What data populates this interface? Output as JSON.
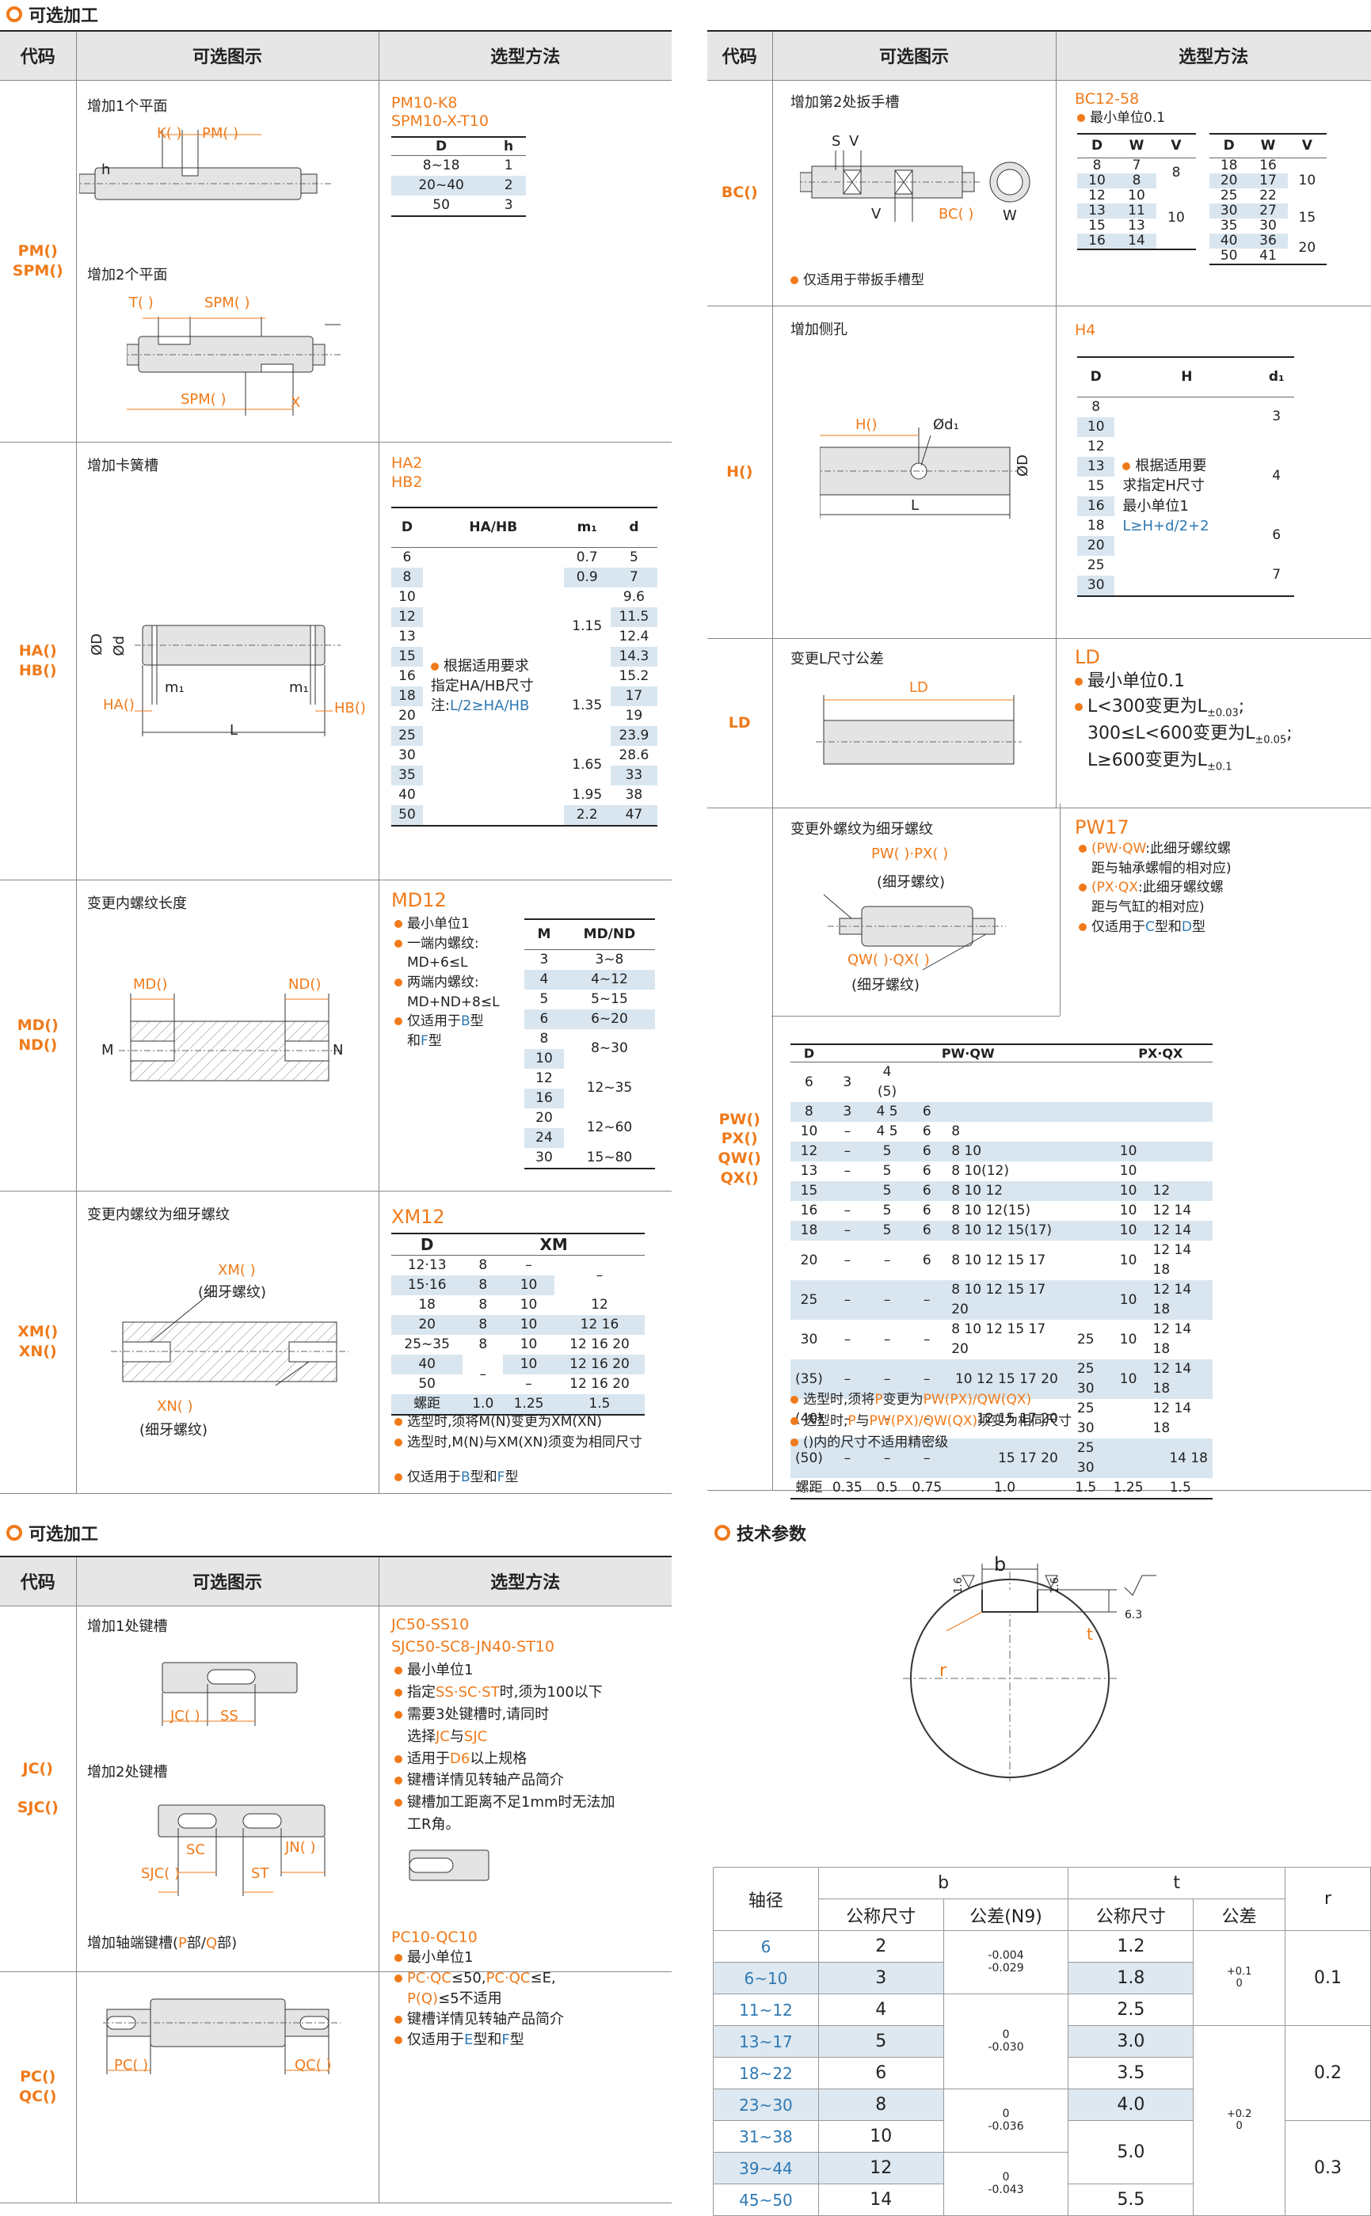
{
  "sections": {
    "opt1": "可选加工",
    "opt2": "可选加工",
    "tech": "技术参数"
  },
  "headers": {
    "code": "代码",
    "diagram": "可选图示",
    "method": "选型方法"
  },
  "pm": {
    "code1": "PM()",
    "code2": "SPM()",
    "cap1": "增加1个平面",
    "cap2": "增加2个平面",
    "k": "K( )",
    "pm": "PM( )",
    "h": "h",
    "t": "T( )",
    "spm": "SPM( )",
    "spm2": "SPM( )",
    "x": "X",
    "ex1": "PM10-K8",
    "ex2": "SPM10-X-T10",
    "th": [
      "D",
      "h"
    ],
    "rows": [
      [
        "8~18",
        "1"
      ],
      [
        "20~40",
        "2"
      ],
      [
        "50",
        "3"
      ]
    ]
  },
  "ha": {
    "code1": "HA()",
    "code2": "HB()",
    "cap": "增加卡簧槽",
    "ex1": "HA2",
    "ex2": "HB2",
    "th": [
      "D",
      "HA/HB",
      "m₁",
      "d"
    ],
    "D": [
      "6",
      "8",
      "10",
      "12",
      "13",
      "15",
      "16",
      "18",
      "20",
      "25",
      "30",
      "35",
      "40",
      "50"
    ],
    "m": [
      "0.7",
      "0.9",
      "1.15",
      "1.35",
      "1.65",
      "1.95",
      "2.2"
    ],
    "d": [
      "5",
      "7",
      "9.6",
      "11.5",
      "12.4",
      "14.3",
      "15.2",
      "17",
      "19",
      "23.9",
      "28.6",
      "33",
      "38",
      "47"
    ],
    "note1": "根据适用要求",
    "note2": "指定HA/HB尺寸",
    "note3": "注:",
    "note4": "L/2≥HA/HB",
    "od": "ØD",
    "odd": "Ød",
    "m1": "m₁",
    "m1b": "m₁",
    "hal": "HA()",
    "hbl": "HB()",
    "l": "L"
  },
  "md": {
    "code1": "MD()",
    "code2": "ND()",
    "cap": "变更内螺纹长度",
    "ex": "MD12",
    "notes": [
      "最小单位1",
      "一端内螺纹:",
      "MD+6≤L",
      "两端内螺纹:",
      "MD+ND+8≤L",
      "仅适用于",
      "B",
      "型",
      "和",
      "F",
      "型"
    ],
    "th": [
      "M",
      "MD/ND"
    ],
    "rows": [
      [
        "3",
        "3~8"
      ],
      [
        "4",
        "4~12"
      ],
      [
        "5",
        "5~15"
      ],
      [
        "6",
        "6~20"
      ],
      [
        "8",
        "8~30"
      ],
      [
        "10",
        ""
      ],
      [
        "12",
        "12~35"
      ],
      [
        "16",
        ""
      ],
      [
        "20",
        "12~60"
      ],
      [
        "24",
        ""
      ],
      [
        "30",
        "15~80"
      ]
    ],
    "mdl": "MD()",
    "ndl": "ND()",
    "m": "M",
    "n": "N"
  },
  "xm": {
    "code1": "XM()",
    "code2": "XN()",
    "cap": "变更内螺纹为细牙螺纹",
    "ex": "XM12",
    "xml": "XM( )",
    "fine1": "(细牙螺纹)",
    "xnl": "XN( )",
    "fine2": "(细牙螺纹)",
    "th": [
      "D",
      "XM"
    ],
    "rows": [
      [
        "12·13",
        "8",
        "–",
        ""
      ],
      [
        "15·16",
        "8",
        "10",
        ""
      ],
      [
        "18",
        "8",
        "10",
        "12"
      ],
      [
        "20",
        "8",
        "10",
        "12 16"
      ],
      [
        "25~35",
        "8",
        "10",
        "12 16 20"
      ],
      [
        "40",
        "–",
        "10",
        "12 16 20"
      ],
      [
        "50",
        "",
        "–",
        "12 16 20"
      ]
    ],
    "pitch": [
      "螺距",
      "1.0",
      "1.25",
      "1.5"
    ],
    "n1": "选型时,须将M(N)变更为XM(XN)",
    "n2": "选型时,M(N)与XM(XN)须变为相同尺寸",
    "n3a": "仅适用于",
    "n3b": "B",
    "n3c": "型和",
    "n3d": "F",
    "n3e": "型"
  },
  "bc": {
    "code": "BC()",
    "cap": "增加第2处扳手槽",
    "s": "S",
    "v": "V",
    "v2": "V",
    "bcl": "BC( )",
    "w": "W",
    "only": "仅适用于带扳手槽型",
    "ex": "BC12-58",
    "min": "最小单位0.1",
    "th": [
      "D",
      "W",
      "V"
    ],
    "t1": [
      [
        "8",
        "7",
        "8"
      ],
      [
        "10",
        "8",
        ""
      ],
      [
        "12",
        "10",
        ""
      ],
      [
        "13",
        "11",
        "10"
      ],
      [
        "15",
        "13",
        ""
      ],
      [
        "16",
        "14",
        ""
      ]
    ],
    "t2": [
      [
        "18",
        "16",
        "10"
      ],
      [
        "20",
        "17",
        ""
      ],
      [
        "25",
        "22",
        ""
      ],
      [
        "30",
        "27",
        "15"
      ],
      [
        "35",
        "30",
        ""
      ],
      [
        "40",
        "36",
        "20"
      ],
      [
        "50",
        "41",
        ""
      ]
    ]
  },
  "h": {
    "code": "H()",
    "cap": "增加侧孔",
    "hl": "H()",
    "d1": "Ød₁",
    "od": "ØD",
    "l": "L",
    "ex": "H4",
    "th": [
      "D",
      "H",
      "d₁"
    ],
    "D": [
      "8",
      "10",
      "12",
      "13",
      "15",
      "16",
      "18",
      "20",
      "25",
      "30"
    ],
    "d1v": [
      "3",
      "4",
      "6",
      "7"
    ],
    "n1": "根据适用要",
    "n2": "求指定H尺寸",
    "n3": "最小单位1",
    "n4": "L≥H+d/2+2"
  },
  "ld": {
    "code": "LD",
    "cap": "变更L尺寸公差",
    "ldl": "LD",
    "ex": "LD",
    "n1": "最小单位0.1",
    "n2": "L<300变更为L",
    "n2s": "±0.03",
    "n2e": ";",
    "n3": "300≤L<600变更为L",
    "n3s": "±0.05",
    "n3e": ";",
    "n4": "L≥600变更为L",
    "n4s": "±0.1"
  },
  "pw": {
    "codes": [
      "PW()",
      "PX()",
      "QW()",
      "QX()"
    ],
    "cap": "变更外螺纹为细牙螺纹",
    "pwl": "PW( )·PX( )",
    "f1": "(细牙螺纹)",
    "qwl": "QW( )·QX( )",
    "f2": "(细牙螺纹)",
    "ex": "PW17",
    "n1a": "(PW·QW",
    "n1b": ":此细牙螺纹螺",
    "n1c": "距与轴承螺帽的相对应)",
    "n2a": "(PX·QX",
    "n2b": ":此细牙螺纹螺",
    "n2c": "距与气缸的相对应)",
    "n3a": "仅适用于",
    "n3b": "C",
    "n3c": "型和",
    "n3d": "D",
    "n3e": "型",
    "th": [
      "D",
      "PW·QW",
      "PX·QX"
    ],
    "rows": [
      [
        "6",
        "3",
        "4 (5)",
        "",
        "",
        "",
        "",
        ""
      ],
      [
        "8",
        "3",
        "4 5",
        "6",
        "",
        "",
        "",
        ""
      ],
      [
        "10",
        "–",
        "4 5",
        "6",
        "8",
        "",
        "",
        ""
      ],
      [
        "12",
        "–",
        "5",
        "6",
        "8 10",
        "",
        "10",
        ""
      ],
      [
        "13",
        "–",
        "5",
        "6",
        "8 10(12)",
        "",
        "10",
        ""
      ],
      [
        "15",
        "",
        "5",
        "6",
        "8 10 12",
        "",
        "10",
        "12"
      ],
      [
        "16",
        "–",
        "5",
        "6",
        "8 10 12(15)",
        "",
        "10",
        "12 14"
      ],
      [
        "18",
        "–",
        "5",
        "6",
        "8 10 12 15(17)",
        "",
        "10",
        "12 14"
      ],
      [
        "20",
        "–",
        "–",
        "6",
        "8 10 12 15 17",
        "",
        "10",
        "12 14 18"
      ],
      [
        "25",
        "–",
        "–",
        "–",
        "8 10 12 15 17 20",
        "",
        "10",
        "12 14 18"
      ],
      [
        "30",
        "–",
        "–",
        "–",
        "8 10 12 15 17 20",
        "25",
        "10",
        "12 14 18"
      ],
      [
        "(35)",
        "–",
        "–",
        "–",
        "10 12 15 17 20",
        "25 30",
        "10",
        "12 14 18"
      ],
      [
        "(40)",
        "–",
        "–",
        "–",
        "12 15 17 20",
        "25 30",
        "",
        "12 14 18"
      ],
      [
        "(50)",
        "–",
        "–",
        "–",
        "15 17 20",
        "25 30",
        "",
        "14 18"
      ]
    ],
    "pitch": [
      "螺距",
      "0.35",
      "0.5",
      "0.75",
      "1.0",
      "1.5",
      "1.25",
      "1.5"
    ],
    "m1a": "选型时,须将",
    "m1b": "P",
    "m1c": "变更为",
    "m1d": "PW(PX)/QW(QX)",
    "m2a": "选型时,",
    "m2b": "P",
    "m2c": "与",
    "m2d": "PW(PX)/QW(QX)",
    "m2e": "须变为相同尺寸",
    "m3": "()内的尺寸不适用精密级"
  },
  "jc": {
    "code1": "JC()",
    "code2": "SJC()",
    "cap1": "增加1处键槽",
    "cap2": "增加2处键槽",
    "jcl": "JC( )",
    "ss": "SS",
    "sc": "SC",
    "jn": "JN( )",
    "sjc": "SJC( )",
    "st": "ST",
    "ex1": "JC50-SS10",
    "ex2": "SJC50-SC8-JN40-ST10",
    "n1": "最小单位1",
    "n2a": "指定",
    "n2b": "SS·SC·ST",
    "n2c": "时,须为100以下",
    "n3a": "需要3处键槽时,请同时",
    "n3b": "选择",
    "n3c": "JC",
    "n3d": "与",
    "n3e": "SJC",
    "n4a": "适用于",
    "n4b": "D6",
    "n4c": "以上规格",
    "n5": "键槽详情见转轴产品简介",
    "n6a": "键槽加工距离不足1mm时无法加",
    "n6b": "工R角。"
  },
  "pc": {
    "code1": "PC()",
    "code2": "QC()",
    "cap1": "增加轴端键槽(",
    "capP": "P",
    "cap2": "部/",
    "capQ": "Q",
    "cap3": "部)",
    "pcl": "PC( )",
    "qcl": "QC( )",
    "ex": "PC10-QC10",
    "n1": "最小单位1",
    "n2a": "PC·QC",
    "n2b": "≤50,",
    "n2c": "PC·QC",
    "n2d": "≤E,",
    "n3a": "P(Q)",
    "n3b": "≤5不适用",
    "n4": "键槽详情见转轴产品简介",
    "n5a": "仅适用于",
    "n5b": "E",
    "n5c": "型和",
    "n5d": "F",
    "n5e": "型"
  },
  "techfig": {
    "b": "b",
    "t": "t",
    "r": "r",
    "r1": "1.6",
    "r2": "1.6",
    "r3": "6.3"
  },
  "techtbl": {
    "h1": "轴径",
    "h2": "b",
    "h3": "t",
    "h4": "r",
    "s1": "公称尺寸",
    "s2": "公差(N9)",
    "s3": "公称尺寸",
    "s4": "公差",
    "rows": [
      [
        "6",
        "2",
        "1.2"
      ],
      [
        "6~10",
        "3",
        "1.8"
      ],
      [
        "11~12",
        "4",
        "2.5"
      ],
      [
        "13~17",
        "5",
        "3.0"
      ],
      [
        "18~22",
        "6",
        "3.5"
      ],
      [
        "23~30",
        "8",
        "4.0"
      ],
      [
        "31~38",
        "10",
        ""
      ],
      [
        "39~44",
        "12",
        "5.0"
      ],
      [
        "45~50",
        "14",
        "5.5"
      ]
    ],
    "tol": [
      "-0.004\n-0.029",
      "0\n-0.030",
      "0\n-0.036",
      "0\n-0.043"
    ],
    "ttol": [
      "+0.1\n0",
      "+0.2\n0"
    ],
    "r": [
      "0.1",
      "0.2",
      "0.3"
    ]
  }
}
